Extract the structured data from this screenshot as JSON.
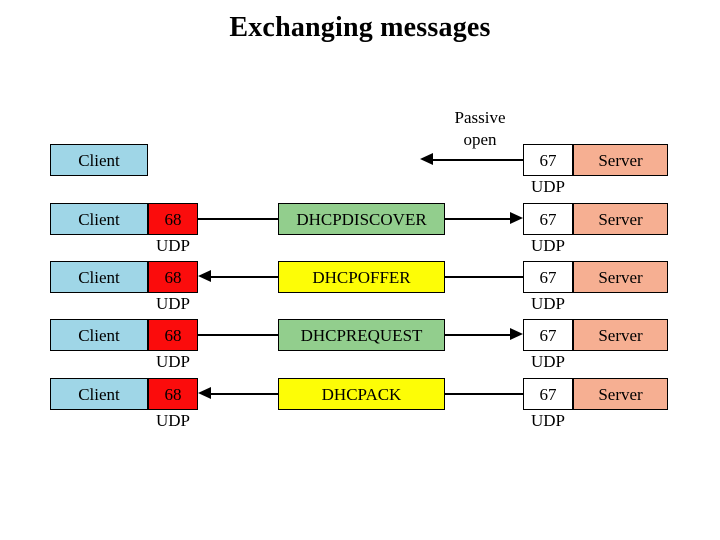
{
  "slide": {
    "title": "Exchanging messages",
    "background_color": "#ffffff"
  },
  "colors": {
    "client": "#9FD6E7",
    "server": "#F6AF92",
    "client_port": "#FB0C0C",
    "server_port": "#FFFFFF",
    "message_request": "#92CE8D",
    "message_reply": "#FDFD06",
    "outline": "#000000"
  },
  "labels": {
    "client": "Client",
    "server": "Server",
    "udp": "UDP",
    "client_port": "68",
    "server_port": "67",
    "passive_open_line1": "Passive",
    "passive_open_line2": "open"
  },
  "rows": [
    {
      "index": 0,
      "client_label": "Client",
      "client_port": null,
      "client_udp": null,
      "message": null,
      "message_color": null,
      "direction": "server-to-client",
      "annotation": "Passive open",
      "server_port": "67",
      "server_label": "Server",
      "server_udp": "UDP"
    },
    {
      "index": 1,
      "client_label": "Client",
      "client_port": "68",
      "client_udp": "UDP",
      "message": "DHCPDISCOVER",
      "message_color": "#92CE8D",
      "direction": "client-to-server",
      "annotation": null,
      "server_port": "67",
      "server_label": "Server",
      "server_udp": "UDP"
    },
    {
      "index": 2,
      "client_label": "Client",
      "client_port": "68",
      "client_udp": "UDP",
      "message": "DHCPOFFER",
      "message_color": "#FDFD06",
      "direction": "server-to-client",
      "annotation": null,
      "server_port": "67",
      "server_label": "Server",
      "server_udp": "UDP"
    },
    {
      "index": 3,
      "client_label": "Client",
      "client_port": "68",
      "client_udp": "UDP",
      "message": "DHCPREQUEST",
      "message_color": "#92CE8D",
      "direction": "client-to-server",
      "annotation": null,
      "server_port": "67",
      "server_label": "Server",
      "server_udp": "UDP"
    },
    {
      "index": 4,
      "client_label": "Client",
      "client_port": "68",
      "client_udp": "UDP",
      "message": "DHCPACK",
      "message_color": "#FDFD06",
      "direction": "server-to-client",
      "annotation": null,
      "server_port": "67",
      "server_label": "Server",
      "server_udp": "UDP"
    }
  ]
}
